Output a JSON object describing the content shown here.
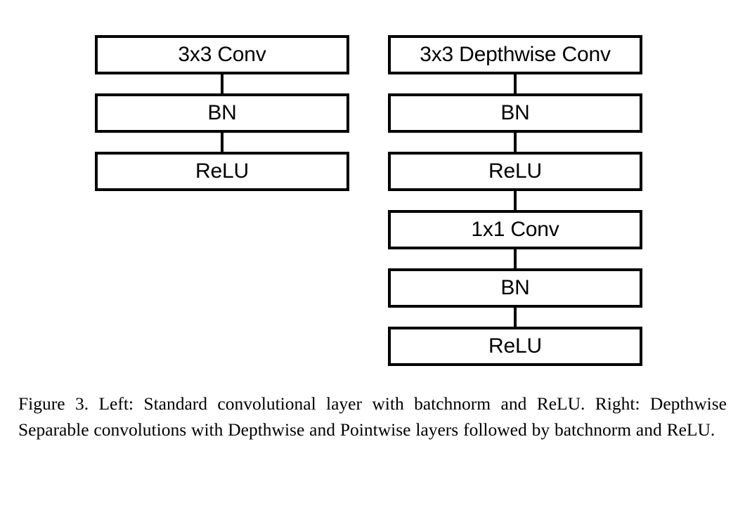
{
  "figure": {
    "caption": "Figure 3. Left: Standard convolutional layer with batchnorm and ReLU. Right: Depthwise Separable convolutions with Depthwise and Pointwise layers followed by batchnorm and ReLU.",
    "background_color": "#ffffff",
    "stroke_color": "#000000"
  },
  "diagram": {
    "columns": [
      {
        "id": "standard-conv-stack",
        "side": "left",
        "blocks": [
          {
            "label": "3x3 Conv"
          },
          {
            "label": "BN"
          },
          {
            "label": "ReLU"
          }
        ]
      },
      {
        "id": "depthwise-separable-conv-stack",
        "side": "right",
        "blocks": [
          {
            "label": "3x3 Depthwise Conv"
          },
          {
            "label": "BN"
          },
          {
            "label": "ReLU"
          },
          {
            "label": "1x1 Conv"
          },
          {
            "label": "BN"
          },
          {
            "label": "ReLU"
          }
        ]
      }
    ]
  }
}
